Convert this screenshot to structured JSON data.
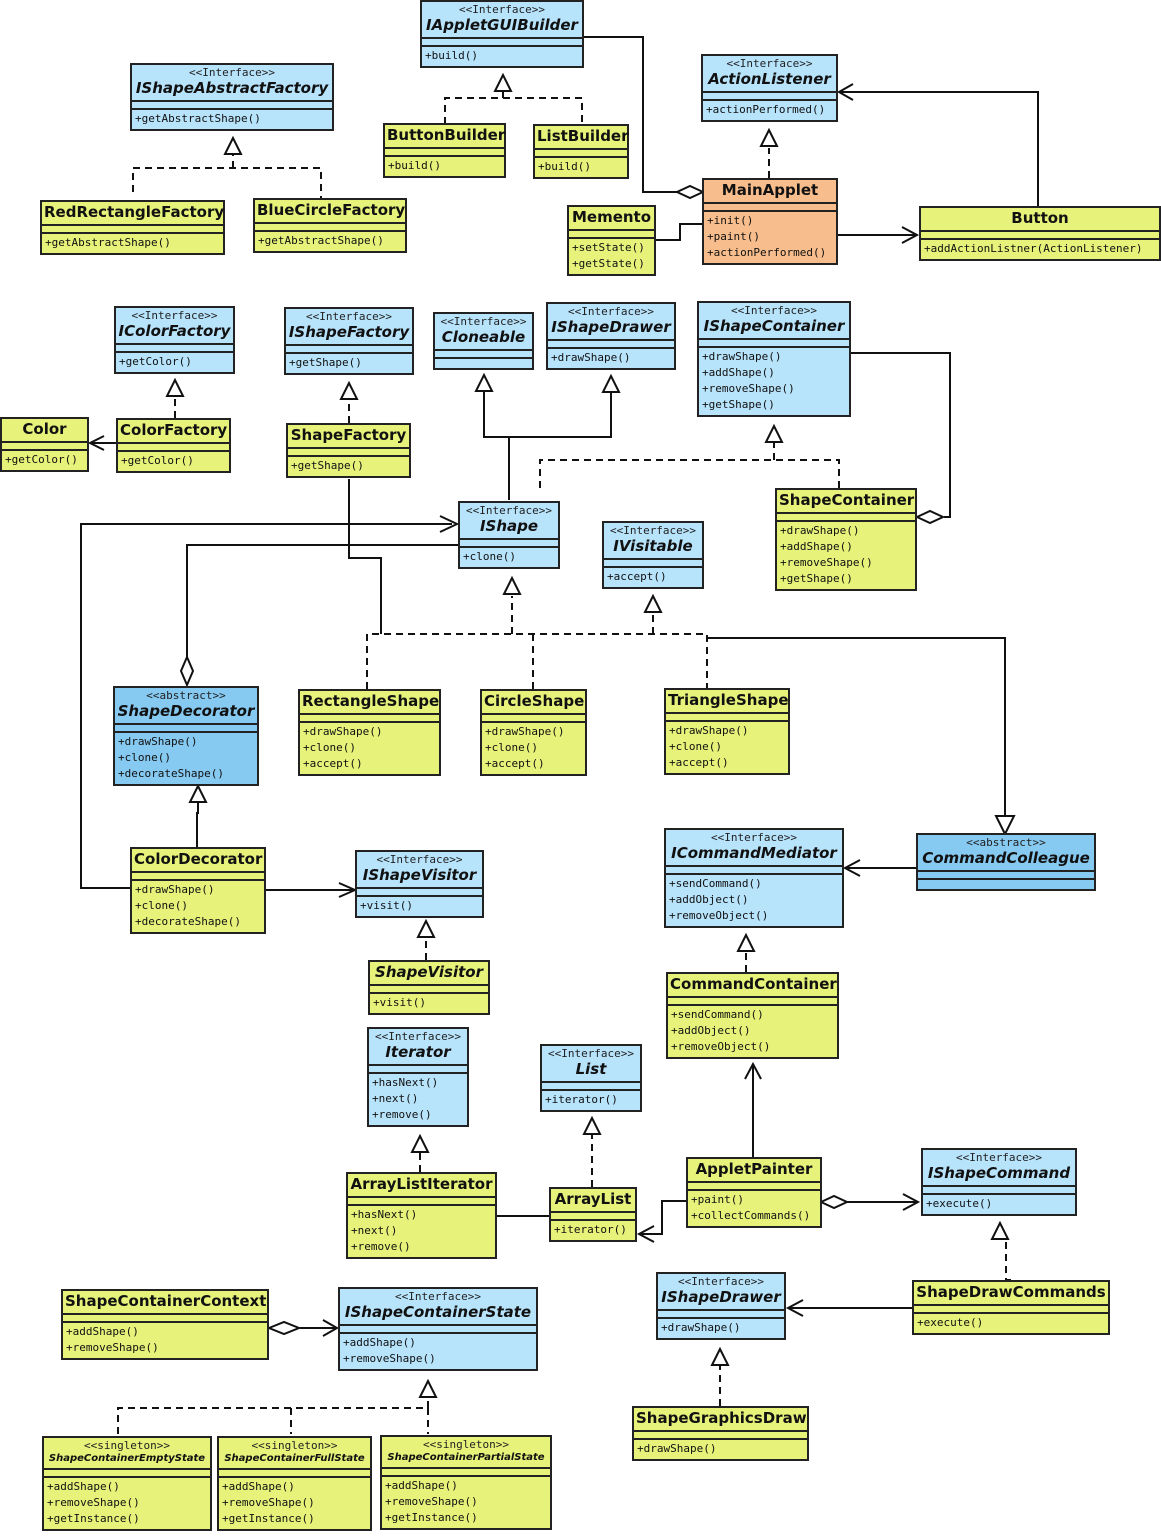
{
  "colors": {
    "class_fill": "#e6f27a",
    "interface_fill": "#b7e3fb",
    "abstract_fill": "#86c9f1",
    "main_fill": "#f8bd8c",
    "line": "#111111"
  },
  "classes": [
    {
      "id": "IAppletGUIBuilder",
      "stereotype": "<<Interface>>",
      "name": "IAppletGUIBuilder",
      "kind": "iface",
      "ops": [
        "+build()"
      ]
    },
    {
      "id": "IShapeAbstractFactory",
      "stereotype": "<<Interface>>",
      "name": "IShapeAbstractFactory",
      "kind": "iface",
      "ops": [
        "+getAbstractShape()"
      ]
    },
    {
      "id": "ActionListener",
      "stereotype": "<<Interface>>",
      "name": "ActionListener",
      "kind": "iface",
      "ops": [
        "+actionPerformed()"
      ]
    },
    {
      "id": "ButtonBuilder",
      "name": "ButtonBuilder",
      "kind": "class",
      "ops": [
        "+build()"
      ]
    },
    {
      "id": "ListBuilder",
      "name": "ListBuilder",
      "kind": "class",
      "ops": [
        "+build()"
      ]
    },
    {
      "id": "RedRectangleFactory",
      "name": "RedRectangleFactory",
      "kind": "class",
      "ops": [
        "+getAbstractShape()"
      ]
    },
    {
      "id": "BlueCircleFactory",
      "name": "BlueCircleFactory",
      "kind": "class",
      "ops": [
        "+getAbstractShape()"
      ]
    },
    {
      "id": "MainApplet",
      "name": "MainApplet",
      "kind": "main",
      "ops": [
        "+init()",
        "+paint()",
        "+actionPerformed()"
      ]
    },
    {
      "id": "Memento",
      "name": "Memento",
      "kind": "class",
      "ops": [
        "+setState()",
        "+getState()"
      ]
    },
    {
      "id": "Button",
      "name": "Button",
      "kind": "class",
      "ops": [
        "+addActionListner(ActionListener)"
      ]
    },
    {
      "id": "IColorFactory",
      "stereotype": "<<Interface>>",
      "name": "IColorFactory",
      "kind": "iface",
      "ops": [
        "+getColor()"
      ]
    },
    {
      "id": "IShapeFactory",
      "stereotype": "<<Interface>>",
      "name": "IShapeFactory",
      "kind": "iface",
      "ops": [
        "+getShape()"
      ]
    },
    {
      "id": "Cloneable",
      "stereotype": "<<Interface>>",
      "name": "Cloneable",
      "kind": "iface",
      "ops": []
    },
    {
      "id": "IShapeDrawerTop",
      "stereotype": "<<Interface>>",
      "name": "IShapeDrawer",
      "kind": "iface",
      "ops": [
        "+drawShape()"
      ]
    },
    {
      "id": "IShapeContainer",
      "stereotype": "<<Interface>>",
      "name": "IShapeContainer",
      "kind": "iface",
      "ops": [
        "+drawShape()",
        "+addShape()",
        "+removeShape()",
        "+getShape()"
      ]
    },
    {
      "id": "Color",
      "name": "Color",
      "kind": "class",
      "ops": [
        "+getColor()"
      ]
    },
    {
      "id": "ColorFactory",
      "name": "ColorFactory",
      "kind": "class",
      "ops": [
        "+getColor()"
      ]
    },
    {
      "id": "ShapeFactory",
      "name": "ShapeFactory",
      "kind": "class",
      "ops": [
        "+getShape()"
      ]
    },
    {
      "id": "IShape",
      "stereotype": "<<Interface>>",
      "name": "IShape",
      "kind": "iface",
      "ops": [
        "+clone()"
      ]
    },
    {
      "id": "IVisitable",
      "stereotype": "<<Interface>>",
      "name": "IVisitable",
      "kind": "iface",
      "ops": [
        "+accept()"
      ]
    },
    {
      "id": "ShapeContainer",
      "name": "ShapeContainer",
      "kind": "class",
      "ops": [
        "+drawShape()",
        "+addShape()",
        "+removeShape()",
        "+getShape()"
      ]
    },
    {
      "id": "ShapeDecorator",
      "stereotype": "<<abstract>>",
      "name": "ShapeDecorator",
      "kind": "abstract",
      "ops": [
        "+drawShape()",
        "+clone()",
        "+decorateShape()"
      ]
    },
    {
      "id": "RectangleShape",
      "name": "RectangleShape",
      "kind": "class",
      "ops": [
        "+drawShape()",
        "+clone()",
        "+accept()"
      ]
    },
    {
      "id": "CircleShape",
      "name": "CircleShape",
      "kind": "class",
      "ops": [
        "+drawShape()",
        "+clone()",
        "+accept()"
      ]
    },
    {
      "id": "TriangleShape",
      "name": "TriangleShape",
      "kind": "class",
      "ops": [
        "+drawShape()",
        "+clone()",
        "+accept()"
      ]
    },
    {
      "id": "ICommandMediator",
      "stereotype": "<<Interface>>",
      "name": "ICommandMediator",
      "kind": "iface",
      "ops": [
        "+sendCommand()",
        "+addObject()",
        "+removeObject()"
      ]
    },
    {
      "id": "CommandColleague",
      "stereotype": "<<abstract>>",
      "name": "CommandColleague",
      "kind": "abstract",
      "ops": []
    },
    {
      "id": "ColorDecorator",
      "name": "ColorDecorator",
      "kind": "class",
      "ops": [
        "+drawShape()",
        "+clone()",
        "+decorateShape()"
      ]
    },
    {
      "id": "IShapeVisitor",
      "stereotype": "<<Interface>>",
      "name": "IShapeVisitor",
      "kind": "iface",
      "ops": [
        "+visit()"
      ]
    },
    {
      "id": "ShapeVisitor",
      "name": "ShapeVisitor",
      "kind": "class",
      "italic": true,
      "ops": [
        "+visit()"
      ]
    },
    {
      "id": "CommandContainer",
      "name": "CommandContainer",
      "kind": "class",
      "ops": [
        "+sendCommand()",
        "+addObject()",
        "+removeObject()"
      ]
    },
    {
      "id": "Iterator",
      "stereotype": "<<Interface>>",
      "name": "Iterator",
      "kind": "iface",
      "ops": [
        "+hasNext()",
        "+next()",
        "+remove()"
      ]
    },
    {
      "id": "List",
      "stereotype": "<<Interface>>",
      "name": "List",
      "kind": "iface",
      "ops": [
        "+iterator()"
      ]
    },
    {
      "id": "ArrayListIterator",
      "name": "ArrayListIterator",
      "kind": "class",
      "ops": [
        "+hasNext()",
        "+next()",
        "+remove()"
      ]
    },
    {
      "id": "ArrayList",
      "name": "ArrayList",
      "kind": "class",
      "ops": [
        "+iterator()"
      ]
    },
    {
      "id": "AppletPainter",
      "name": "AppletPainter",
      "kind": "class",
      "ops": [
        "+paint()",
        "+collectCommands()"
      ]
    },
    {
      "id": "IShapeCommand",
      "stereotype": "<<Interface>>",
      "name": "IShapeCommand",
      "kind": "iface",
      "ops": [
        "+execute()"
      ]
    },
    {
      "id": "ShapeContainerContext",
      "name": "ShapeContainerContext",
      "kind": "class",
      "ops": [
        "+addShape()",
        "+removeShape()"
      ]
    },
    {
      "id": "IShapeContainerState",
      "stereotype": "<<Interface>>",
      "name": "IShapeContainerState",
      "kind": "iface",
      "ops": [
        "+addShape()",
        "+removeShape()"
      ]
    },
    {
      "id": "IShapeDrawerBottom",
      "stereotype": "<<Interface>>",
      "name": "IShapeDrawer",
      "kind": "iface",
      "ops": [
        "+drawShape()"
      ]
    },
    {
      "id": "ShapeDrawCommands",
      "name": "ShapeDrawCommands",
      "kind": "class",
      "ops": [
        "+execute()"
      ]
    },
    {
      "id": "ShapeGraphicsDraw",
      "name": "ShapeGraphicsDraw",
      "kind": "class",
      "ops": [
        "+drawShape()"
      ]
    },
    {
      "id": "ShapeContainerEmptyState",
      "stereotype": "<<singleton>>",
      "name": "ShapeContainerEmptyState",
      "kind": "class",
      "small": true,
      "ops": [
        "+addShape()",
        "+removeShape()",
        "+getInstance()"
      ]
    },
    {
      "id": "ShapeContainerFullState",
      "stereotype": "<<singleton>>",
      "name": "ShapeContainerFullState",
      "kind": "class",
      "small": true,
      "ops": [
        "+addShape()",
        "+removeShape()",
        "+getInstance()"
      ]
    },
    {
      "id": "ShapeContainerPartialState",
      "stereotype": "<<singleton>>",
      "name": "ShapeContainerPartialState",
      "kind": "class",
      "small": true,
      "ops": [
        "+addShape()",
        "+removeShape()",
        "+getInstance()"
      ]
    }
  ],
  "relations": [
    {
      "from": "ButtonBuilder",
      "to": "IAppletGUIBuilder",
      "type": "realization"
    },
    {
      "from": "ListBuilder",
      "to": "IAppletGUIBuilder",
      "type": "realization"
    },
    {
      "from": "RedRectangleFactory",
      "to": "IShapeAbstractFactory",
      "type": "realization"
    },
    {
      "from": "BlueCircleFactory",
      "to": "IShapeAbstractFactory",
      "type": "realization"
    },
    {
      "from": "MainApplet",
      "to": "ActionListener",
      "type": "realization"
    },
    {
      "from": "IAppletGUIBuilder",
      "to": "MainApplet",
      "type": "aggregation"
    },
    {
      "from": "Memento",
      "to": "MainApplet",
      "type": "association"
    },
    {
      "from": "MainApplet",
      "to": "Button",
      "type": "association"
    },
    {
      "from": "Button",
      "to": "ActionListener",
      "type": "association"
    },
    {
      "from": "ColorFactory",
      "to": "IColorFactory",
      "type": "realization"
    },
    {
      "from": "ColorFactory",
      "to": "Color",
      "type": "association"
    },
    {
      "from": "ShapeFactory",
      "to": "IShapeFactory",
      "type": "realization"
    },
    {
      "from": "IShape",
      "to": "Cloneable",
      "type": "generalization"
    },
    {
      "from": "IShape",
      "to": "IShapeDrawer",
      "type": "generalization"
    },
    {
      "from": "ShapeContainer",
      "to": "IShapeContainer",
      "type": "realization"
    },
    {
      "from": "IShapeContainer",
      "to": "ShapeContainer",
      "type": "aggregation"
    },
    {
      "from": "IShape",
      "to": "ShapeDecorator",
      "type": "aggregation"
    },
    {
      "from": "ShapeFactory",
      "to": "RectangleShape",
      "type": "association"
    },
    {
      "from": "RectangleShape",
      "to": "IShape",
      "type": "realization"
    },
    {
      "from": "CircleShape",
      "to": "IShape",
      "type": "realization"
    },
    {
      "from": "TriangleShape",
      "to": "IShape",
      "type": "realization"
    },
    {
      "from": "CircleShape",
      "to": "IVisitable",
      "type": "realization"
    },
    {
      "from": "TriangleShape",
      "to": "IVisitable",
      "type": "realization"
    },
    {
      "from": "TriangleShape",
      "to": "CommandColleague",
      "type": "generalization"
    },
    {
      "from": "ColorDecorator",
      "to": "ShapeDecorator",
      "type": "generalization"
    },
    {
      "from": "ColorDecorator",
      "to": "IShape",
      "type": "association"
    },
    {
      "from": "ColorDecorator",
      "to": "IShapeVisitor",
      "type": "association"
    },
    {
      "from": "ShapeVisitor",
      "to": "IShapeVisitor",
      "type": "realization"
    },
    {
      "from": "CommandColleague",
      "to": "ICommandMediator",
      "type": "association"
    },
    {
      "from": "CommandContainer",
      "to": "ICommandMediator",
      "type": "realization"
    },
    {
      "from": "AppletPainter",
      "to": "CommandContainer",
      "type": "association"
    },
    {
      "from": "ArrayListIterator",
      "to": "Iterator",
      "type": "realization"
    },
    {
      "from": "ArrayList",
      "to": "List",
      "type": "realization"
    },
    {
      "from": "ArrayListIterator",
      "to": "ArrayList",
      "type": "association"
    },
    {
      "from": "AppletPainter",
      "to": "ArrayList",
      "type": "association"
    },
    {
      "from": "AppletPainter",
      "to": "IShapeCommand",
      "type": "aggregation"
    },
    {
      "from": "ShapeDrawCommands",
      "to": "IShapeCommand",
      "type": "realization"
    },
    {
      "from": "ShapeDrawCommands",
      "to": "IShapeDrawer",
      "type": "association"
    },
    {
      "from": "ShapeGraphicsDraw",
      "to": "IShapeDrawer",
      "type": "realization"
    },
    {
      "from": "ShapeContainerContext",
      "to": "IShapeContainerState",
      "type": "aggregation"
    },
    {
      "from": "ShapeContainerEmptyState",
      "to": "IShapeContainerState",
      "type": "realization"
    },
    {
      "from": "ShapeContainerFullState",
      "to": "IShapeContainerState",
      "type": "realization"
    },
    {
      "from": "ShapeContainerPartialState",
      "to": "IShapeContainerState",
      "type": "realization"
    }
  ]
}
